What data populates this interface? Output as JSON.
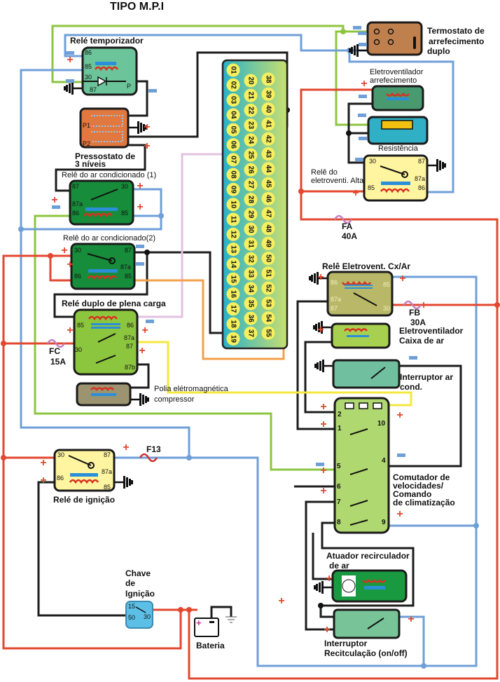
{
  "title": "TIPO M.P.I",
  "colors": {
    "wire_green": "#8cc63f",
    "wire_blue": "#6f9fd8",
    "wire_red": "#e2472f",
    "wire_black": "#1c1c1c",
    "wire_pink": "#e2c2e2",
    "wire_orange": "#f2a04a",
    "wire_yellow": "#f4e83c",
    "positive_mark": "#e2472f",
    "negative_mark": "#6f9fd8"
  },
  "ecu_connector": {
    "col1": [
      "01",
      "02",
      "03",
      "04",
      "05",
      "06",
      "07",
      "08",
      "09",
      "10",
      "11",
      "12",
      "13",
      "14",
      "15",
      "16",
      "17",
      "18",
      "19"
    ],
    "col2": [
      "20",
      "21",
      "22",
      "23",
      "24",
      "25",
      "26",
      "27",
      "28",
      "29",
      "30",
      "31",
      "32",
      "33",
      "34",
      "35",
      "36",
      "37"
    ],
    "col3": [
      "38",
      "39",
      "40",
      "41",
      "42",
      "43",
      "44",
      "45",
      "46",
      "47",
      "48",
      "49",
      "50",
      "51",
      "52",
      "53",
      "54",
      "55"
    ]
  },
  "components": {
    "timer_relay": {
      "label": "Relé temporizador",
      "pins": [
        "86",
        "85",
        "30",
        "87",
        "P"
      ]
    },
    "pressure_switch": {
      "label_1": "Pressostato de",
      "label_2": "3 níveis",
      "pins": [
        "P1",
        "P2"
      ]
    },
    "ac_relay_1": {
      "label": "Relê do ar condicionado (1)",
      "pins": [
        "87",
        "30",
        "87a",
        "86",
        "85"
      ]
    },
    "ac_relay_2": {
      "label": "Relê do ar condicionado(2)",
      "pins": [
        "30",
        "87",
        "87a",
        "86",
        "85"
      ]
    },
    "full_load_relay": {
      "label": "Relé duplo de plena carga",
      "pins": [
        "85",
        "86",
        "30",
        "87a",
        "87",
        "87b"
      ]
    },
    "compressor_pulley": {
      "label_1": "Polia elétromagnética",
      "label_2": "compressor"
    },
    "ignition_relay": {
      "label": "Relé de ignição",
      "pins": [
        "30",
        "87",
        "87a",
        "86",
        "85"
      ]
    },
    "ignition_key": {
      "label_1": "Chave",
      "label_2": "de",
      "label_3": "Ignição",
      "pins": [
        "15",
        "50",
        "30"
      ]
    },
    "battery": {
      "label": "Bateria"
    },
    "thermostat": {
      "label_1": "Termostato de",
      "label_2": "arrefecimento",
      "label_3": "duplo"
    },
    "cooling_fan": {
      "label_1": "Eletroventilador",
      "label_2": "arrefecimento"
    },
    "resistor": {
      "label": "Resistência"
    },
    "fan_high_relay": {
      "label_1": "Relê do",
      "label_2": "eletroventi. Alta",
      "pins": [
        "30",
        "87",
        "87a",
        "85",
        "86"
      ]
    },
    "fan_box_relay": {
      "label": "Relê Eletrovent. Cx/Ar",
      "pins": [
        "86",
        "85",
        "87a",
        "87",
        "30"
      ]
    },
    "box_fan": {
      "label_1": "Eletroventilador",
      "label_2": "Caixa de ar"
    },
    "ac_switch": {
      "label_1": "Interruptor ar",
      "label_2": "cond."
    },
    "speed_switch": {
      "label_1": "Comutador de",
      "label_2": "velocidades/",
      "label_3": "Comando",
      "label_4": "de climatização",
      "pins": [
        "2",
        "1",
        "10",
        "5",
        "4",
        "6",
        "7",
        "8",
        "9"
      ]
    },
    "recirc_actuator": {
      "label_1": "Atuador recirculador",
      "label_2": "de ar"
    },
    "recirc_switch": {
      "label_1": "Interruptor",
      "label_2": "Recitculação (on/off)"
    }
  },
  "fuses": {
    "fa": {
      "name": "FA",
      "rating": "40A"
    },
    "fb": {
      "name": "FB",
      "rating": "30A"
    },
    "fc": {
      "name": "FC",
      "rating": "15A"
    },
    "f13": {
      "name": "F13"
    }
  }
}
